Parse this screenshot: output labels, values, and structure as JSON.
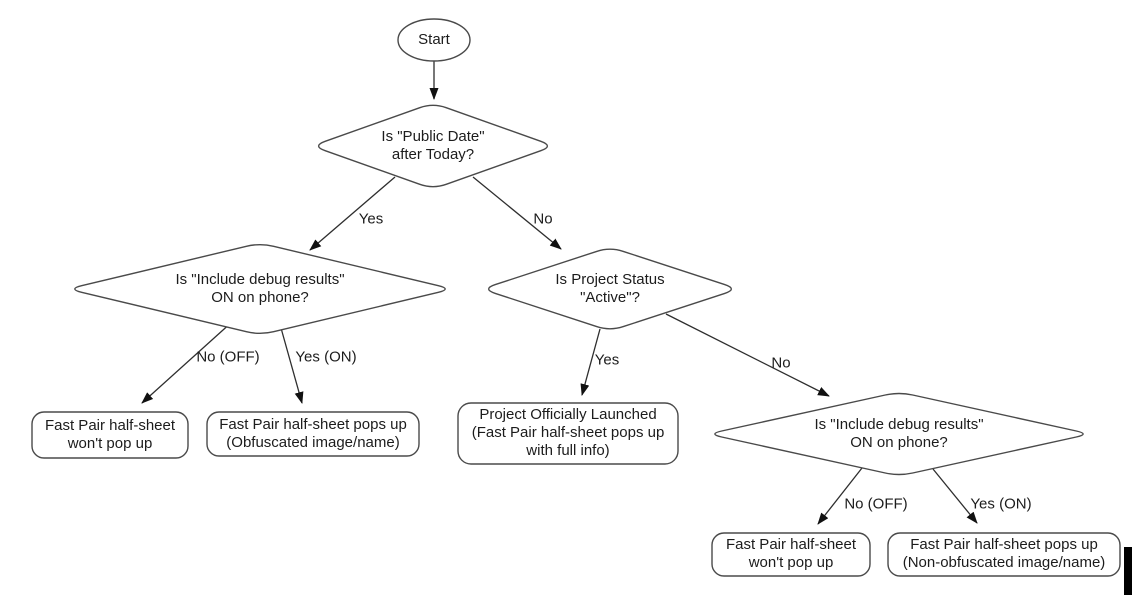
{
  "diagram": {
    "title_hint": "Fast Pair half-sheet decision flowchart",
    "nodes": {
      "start": {
        "lines": [
          "Start"
        ]
      },
      "decision_public_date": {
        "lines": [
          "Is \"Public Date\"",
          "after Today?"
        ]
      },
      "decision_debug_left": {
        "lines": [
          "Is \"Include debug results\"",
          "ON on phone?"
        ]
      },
      "decision_project_status": {
        "lines": [
          "Is Project Status",
          "\"Active\"?"
        ]
      },
      "decision_debug_right": {
        "lines": [
          "Is \"Include debug results\"",
          "ON on phone?"
        ]
      },
      "result_no_popup_left": {
        "lines": [
          "Fast Pair half-sheet",
          "won't pop up"
        ]
      },
      "result_obfuscated": {
        "lines": [
          "Fast Pair half-sheet pops up",
          "(Obfuscated image/name)"
        ]
      },
      "result_launched": {
        "lines": [
          "Project Officially Launched",
          "(Fast Pair half-sheet pops up",
          "with full info)"
        ]
      },
      "result_no_popup_right": {
        "lines": [
          "Fast Pair half-sheet",
          "won't pop up"
        ]
      },
      "result_non_obfuscated": {
        "lines": [
          "Fast Pair half-sheet pops up",
          "(Non-obfuscated image/name)"
        ]
      }
    },
    "edges": {
      "d1_yes": "Yes",
      "d1_no": "No",
      "d2_no": "No (OFF)",
      "d2_yes": "Yes (ON)",
      "d3_yes": "Yes",
      "d3_no": "No",
      "d4_no": "No (OFF)",
      "d4_yes": "Yes (ON)"
    },
    "colors": {
      "shape_stroke": "#4a4a4a",
      "edge_stroke": "#2e2e2e",
      "text": "#1c1c1c",
      "background": "#ffffff",
      "cursor_bar": "#000000"
    }
  }
}
